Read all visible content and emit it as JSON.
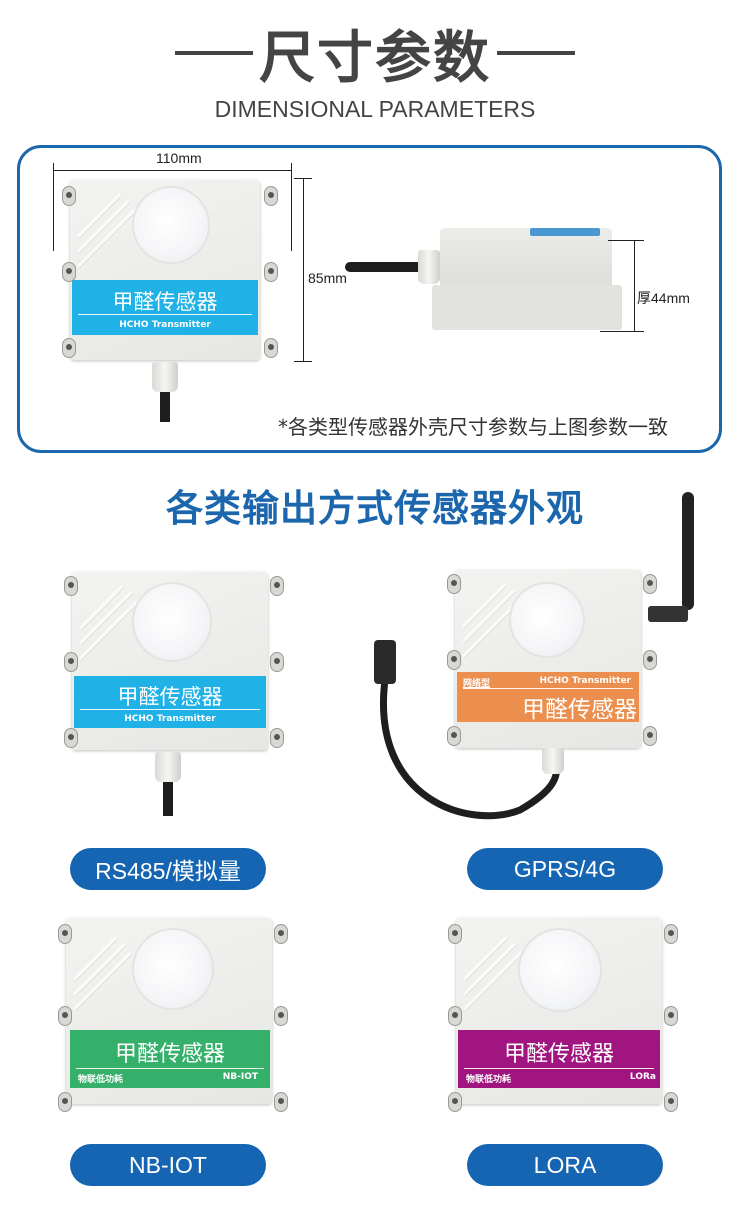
{
  "header": {
    "title": "尺寸参数",
    "subtitle": "DIMENSIONAL PARAMETERS"
  },
  "dimensions": {
    "width_label": "110mm",
    "height_label": "85mm",
    "thickness_label": "厚44mm",
    "note": "*各类型传感器外壳尺寸参数与上图参数一致"
  },
  "device_label": {
    "title": "甲醛传感器",
    "subtitle": "HCHO Transmitter"
  },
  "section": {
    "title": "各类输出方式传感器外观"
  },
  "variants": [
    {
      "pill_label": "RS485/模拟量",
      "band_color": "#20b2e6",
      "band_title": "甲醛传感器",
      "band_sub_left": "",
      "band_sub_right": "HCHO Transmitter"
    },
    {
      "pill_label": "GPRS/4G",
      "band_color": "#ec8f4e",
      "band_title": "甲醛传感器",
      "band_sub_left": "网络型",
      "band_sub_right": "HCHO Transmitter"
    },
    {
      "pill_label": "NB-IOT",
      "band_color": "#35b06b",
      "band_title": "甲醛传感器",
      "band_sub_left": "物联低功耗",
      "band_sub_right": "NB-IOT"
    },
    {
      "pill_label": "LORA",
      "band_color": "#a0157f",
      "band_title": "甲醛传感器",
      "band_sub_left": "物联低功耗",
      "band_sub_right": "LORa"
    }
  ],
  "colors": {
    "accent_blue": "#1b66ad",
    "pill_blue": "#1565b3",
    "heading_gray": "#444444"
  }
}
